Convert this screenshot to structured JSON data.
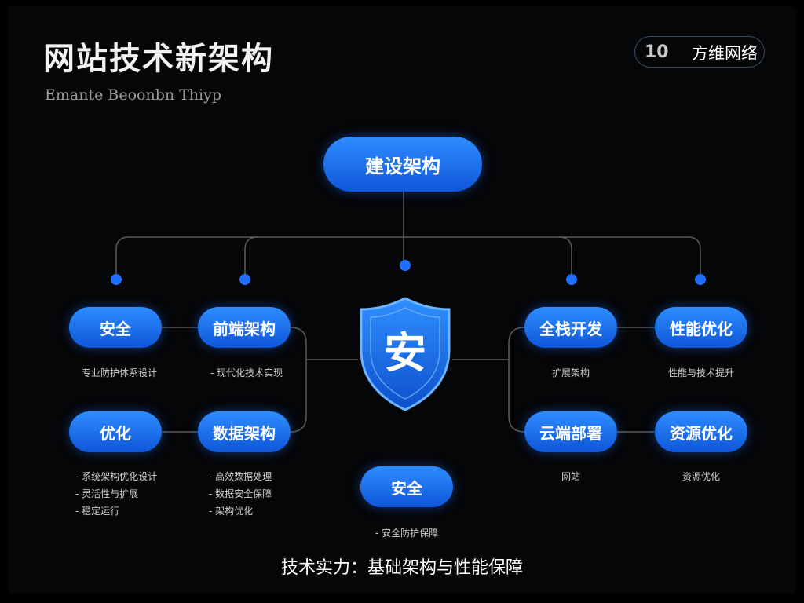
{
  "header": {
    "title": "网站技术新架构",
    "subtitle": "Emante Beoonbn Thiyp",
    "badge_number": "10",
    "brand": "方维网络"
  },
  "diagram": {
    "root": "建设架构",
    "center_shield": "安",
    "left": {
      "outer_top": "安全",
      "inner_top": "前端架构",
      "outer_bottom": "优化",
      "inner_bottom": "数据架构",
      "outer_top_desc": "专业防护体系设计",
      "inner_top_desc": "- 现代化技术实现",
      "outer_bottom_desc": [
        "- 系统架构优化设计",
        "- 灵活性与扩展",
        "- 稳定运行"
      ],
      "inner_bottom_desc": [
        "- 高效数据处理",
        "- 数据安全保障",
        "- 架构优化"
      ]
    },
    "right": {
      "inner_top": "全栈开发",
      "outer_top": "性能优化",
      "inner_bottom": "云端部署",
      "outer_bottom": "资源优化",
      "inner_top_desc": "扩展架构",
      "outer_top_desc": "性能与技术提升",
      "inner_bottom_desc": "网站",
      "outer_bottom_desc": "资源优化"
    },
    "bottom": {
      "label": "安全",
      "desc": "- 安全防护保障"
    }
  },
  "caption": "技术实力：基础架构与性能保障",
  "colors": {
    "accent": "#1e6fff",
    "pill_top": "#2e8dff",
    "pill_bottom": "#0f56d9",
    "background": "#000000",
    "line": "#5a5a5a"
  }
}
